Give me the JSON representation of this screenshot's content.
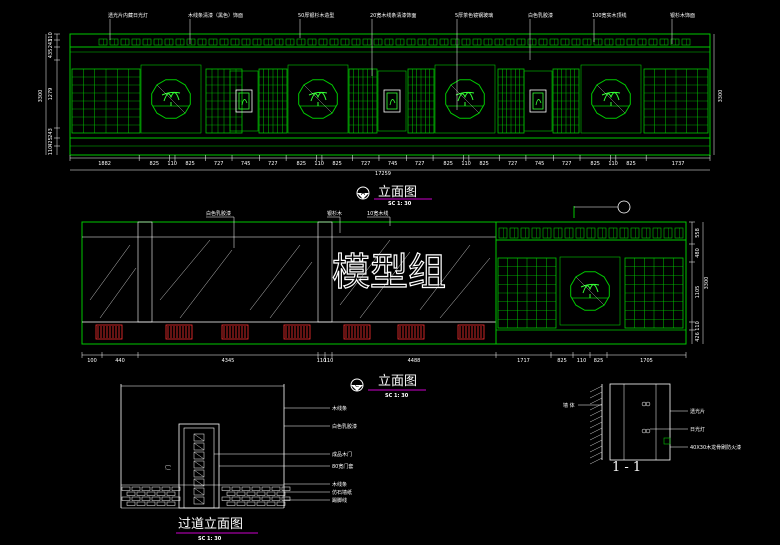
{
  "colors": {
    "background": "#000000",
    "frame": "#00c800",
    "lines": "#ffffff",
    "accent": "#ff3030",
    "title_underline": "#cc00cc",
    "plant": "#33ff33"
  },
  "watermark": "模型组",
  "elevation_a": {
    "marker": "A",
    "title": "立面图",
    "scale": "SC 1: 30",
    "annotations": [
      "透光片内藏日光灯",
      "木线条清漆（黑色）饰面",
      "50厚银杉木造型",
      "20宽木线条清漆饰面",
      "5厚茶色镜钢玻璃",
      "白色乳胶漆",
      "100宽实木顶线",
      "银杉木饰面"
    ],
    "dims_bottom": [
      "1882",
      "825",
      "110",
      "825",
      "727",
      "745",
      "727",
      "825",
      "110",
      "825",
      "727",
      "745",
      "727",
      "825",
      "110",
      "825",
      "727",
      "745",
      "727",
      "825",
      "110",
      "825",
      "1737"
    ],
    "dim_total": "17259",
    "dims_left": [
      "110",
      "243",
      "435",
      "1279",
      "243",
      "425",
      "110"
    ],
    "dim_left_total": "3300",
    "dim_right": "3300"
  },
  "elevation_b": {
    "annotations": [
      "白色乳胶漆",
      "银杉木",
      "10宽木线"
    ],
    "dims_bottom": [
      "100",
      "440",
      "4345",
      "110",
      "110",
      "4488",
      "1717",
      "825",
      "110",
      "825",
      "1705"
    ],
    "dims_right": [
      "558",
      "480",
      "1105",
      "110",
      "426"
    ],
    "dim_right_total": "3300"
  },
  "elevation_c": {
    "marker": "C",
    "title": "立面图",
    "scale": "SC 1: 30",
    "annotations": [
      "木线条",
      "白色乳胶漆",
      "成品木门",
      "80宽门套",
      "木线条",
      "仿石墙纸",
      "踢脚线"
    ],
    "side_label": "门"
  },
  "corridor": {
    "title": "过道立面图",
    "scale": "SC 1: 30"
  },
  "section_1": {
    "wall_label": "墙 体",
    "annotations": [
      "透光片",
      "日光灯",
      "40X30木龙骨刷防火漆"
    ],
    "title": "1 - 1"
  }
}
